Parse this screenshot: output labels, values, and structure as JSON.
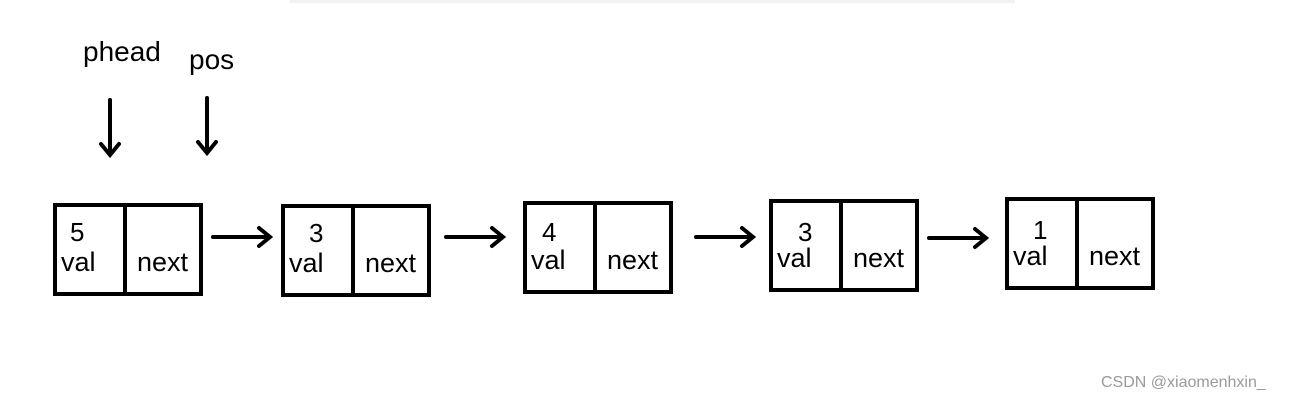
{
  "pointers": [
    {
      "label": "phead"
    },
    {
      "label": "pos"
    }
  ],
  "nodes": [
    {
      "value": "5",
      "val_label": "val",
      "next_label": "next"
    },
    {
      "value": "3",
      "val_label": "val",
      "next_label": "next"
    },
    {
      "value": "4",
      "val_label": "val",
      "next_label": "next"
    },
    {
      "value": "3",
      "val_label": "val",
      "next_label": "next"
    },
    {
      "value": "1",
      "val_label": "val",
      "next_label": "next"
    }
  ],
  "watermark": "CSDN @xiaomenhxin_"
}
